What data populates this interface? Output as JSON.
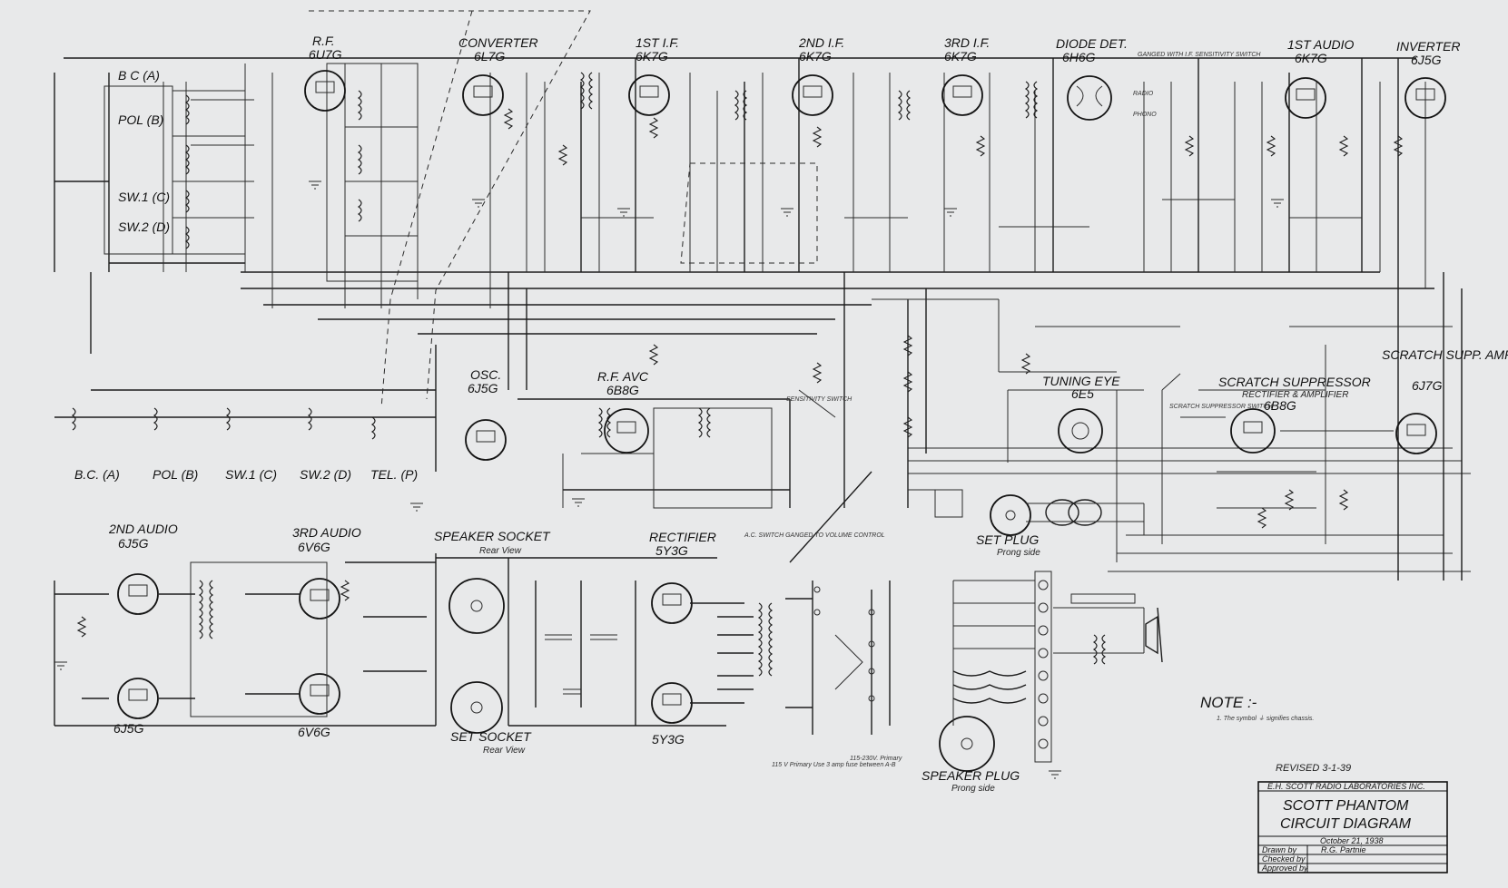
{
  "tubes": [
    {
      "id": "rf",
      "name": "R.F.",
      "type": "6U7G"
    },
    {
      "id": "converter",
      "name": "CONVERTER",
      "type": "6L7G"
    },
    {
      "id": "if1",
      "name": "1ST I.F.",
      "type": "6K7G"
    },
    {
      "id": "if2",
      "name": "2ND I.F.",
      "type": "6K7G"
    },
    {
      "id": "if3",
      "name": "3RD I.F.",
      "type": "6K7G"
    },
    {
      "id": "diode",
      "name": "DIODE DET.",
      "type": "6H6G"
    },
    {
      "id": "audio1",
      "name": "1ST AUDIO",
      "type": "6K7G"
    },
    {
      "id": "inverter",
      "name": "INVERTER",
      "type": "6J5G"
    },
    {
      "id": "osc",
      "name": "OSC.",
      "type": "6J5G"
    },
    {
      "id": "rfavc",
      "name": "R.F. AVC",
      "type": "6B8G"
    },
    {
      "id": "tuningeye",
      "name": "TUNING EYE",
      "type": "6E5"
    },
    {
      "id": "scratch",
      "name": "SCRATCH SUPPRESSOR",
      "sub": "RECTIFIER & AMPLIFIER",
      "type": "6B8G"
    },
    {
      "id": "scratchamp",
      "name": "SCRATCH SUPP. AMPLIFIER",
      "type": "6J7G"
    },
    {
      "id": "audio2",
      "name": "2ND AUDIO",
      "type": "6J5G"
    },
    {
      "id": "audio3",
      "name": "3RD AUDIO",
      "type": "6V6G"
    },
    {
      "id": "rectifier",
      "name": "RECTIFIER",
      "type": "5Y3G"
    }
  ],
  "band_labels_top": [
    "B C (A)",
    "POL (B)",
    "SW.1 (C)",
    "SW.2 (D)"
  ],
  "band_labels_bottom": [
    "B.C. (A)",
    "POL (B)",
    "SW.1 (C)",
    "SW.2 (D)",
    "TEL. (P)"
  ],
  "section_labels": {
    "speaker_socket": "SPEAKER SOCKET",
    "speaker_socket_sub": "Rear View",
    "set_socket": "SET SOCKET",
    "set_socket_sub": "Rear View",
    "set_plug": "SET PLUG",
    "set_plug_sub": "Prong side",
    "speaker_plug": "SPEAKER PLUG",
    "speaker_plug_sub": "Prong side",
    "ac_switch": "A.C. SWITCH GANGED TO VOLUME CONTROL",
    "primary_115": "115 V Primary Use 3 amp fuse between A-B",
    "primary_230": "115-230V. Primary",
    "sensitivity": "SENSITIVITY SWITCH",
    "scratch_switch": "SCRATCH SUPPRESSOR SWITCH",
    "radio": "RADIO",
    "phono": "PHONO",
    "ganged_note": "GANGED WITH I.F. SENSITIVITY SWITCH"
  },
  "lower_left_tube_labels": [
    "6J5G",
    "6V6G",
    "5Y3G"
  ],
  "note": {
    "heading": "NOTE :-",
    "text": "1. The symbol ⏚ signifies chassis."
  },
  "revised": "REVISED 3-1-39",
  "title_block": {
    "company": "E.H. SCOTT RADIO LABORATORIES INC.",
    "title_line1": "SCOTT PHANTOM",
    "title_line2": "CIRCUIT DIAGRAM",
    "date": "October 21, 1938",
    "drawn_by_label": "Drawn by",
    "drawn_by": "R.G. Partnie",
    "checked_by_label": "Checked by",
    "approved_by_label": "Approved by"
  }
}
